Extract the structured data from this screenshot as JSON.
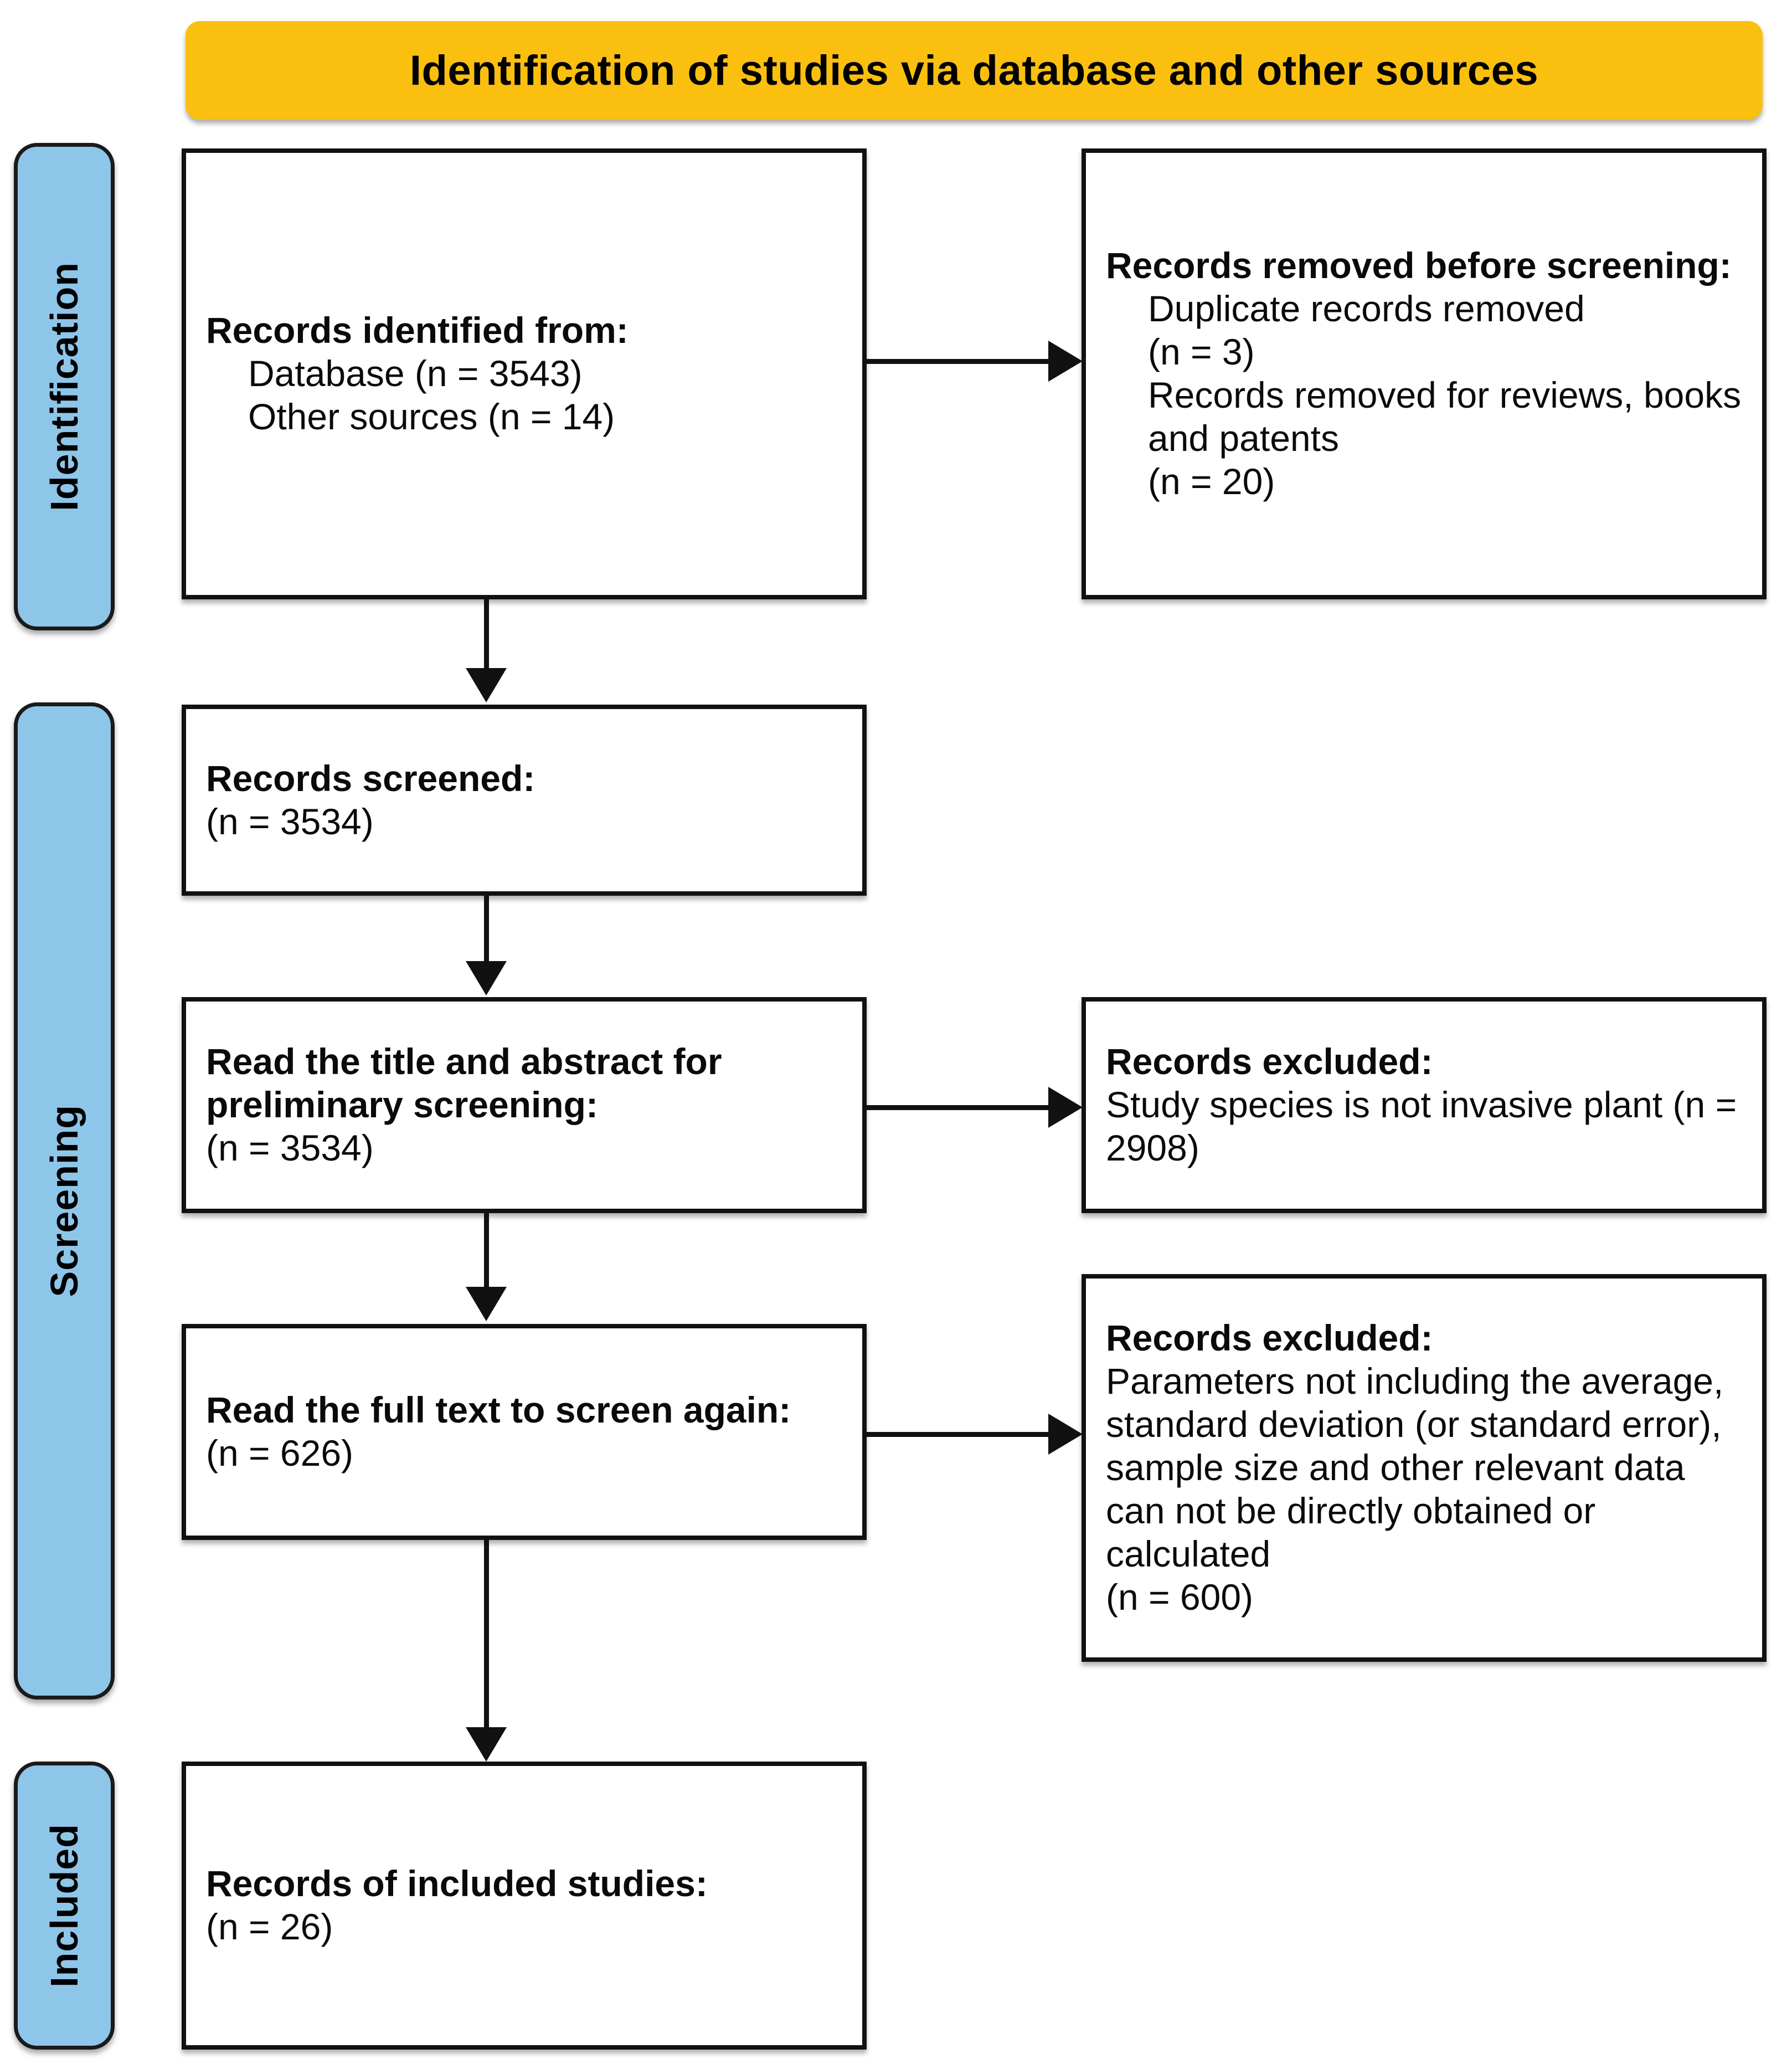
{
  "banner": {
    "title": "Identification of studies via database and other sources",
    "color": "#FBBF0F"
  },
  "stages": {
    "identification": "Identification",
    "screening": "Screening",
    "included": "Included",
    "color": "#8EC6E9"
  },
  "boxes": {
    "identified": {
      "heading": "Records identified from:",
      "line1": "Database (n = 3543)",
      "line2": "Other sources (n = 14)"
    },
    "removed": {
      "heading": "Records removed before screening:",
      "line1": "Duplicate records removed",
      "line2": "(n = 3)",
      "line3": "Records removed for reviews, books and patents",
      "line4": "(n = 20)"
    },
    "screened": {
      "heading": "Records screened:",
      "line1": "(n = 3534)"
    },
    "title_abstract": {
      "heading": "Read the title and abstract for preliminary screening:",
      "line1": "(n = 3534)"
    },
    "excluded_1": {
      "heading": "Records excluded:",
      "line1": "Study species is not invasive plant (n = 2908)"
    },
    "full_text": {
      "heading": "Read the full text to screen again:",
      "line1": "(n = 626)"
    },
    "excluded_2": {
      "heading": "Records excluded:",
      "line1": "Parameters not including the average, standard deviation (or standard error), sample size and other relevant data can not be directly obtained or calculated",
      "line2": "(n = 600)"
    },
    "included_studies": {
      "heading": "Records of included studies:",
      "line1": "(n = 26)"
    }
  },
  "counts": {
    "database": 3543,
    "other_sources": 14,
    "duplicates_removed": 3,
    "reviews_books_patents_removed": 20,
    "records_screened": 3534,
    "title_abstract_screened": 3534,
    "excluded_not_invasive": 2908,
    "full_text_screened": 626,
    "excluded_parameters": 600,
    "included_studies": 26
  }
}
